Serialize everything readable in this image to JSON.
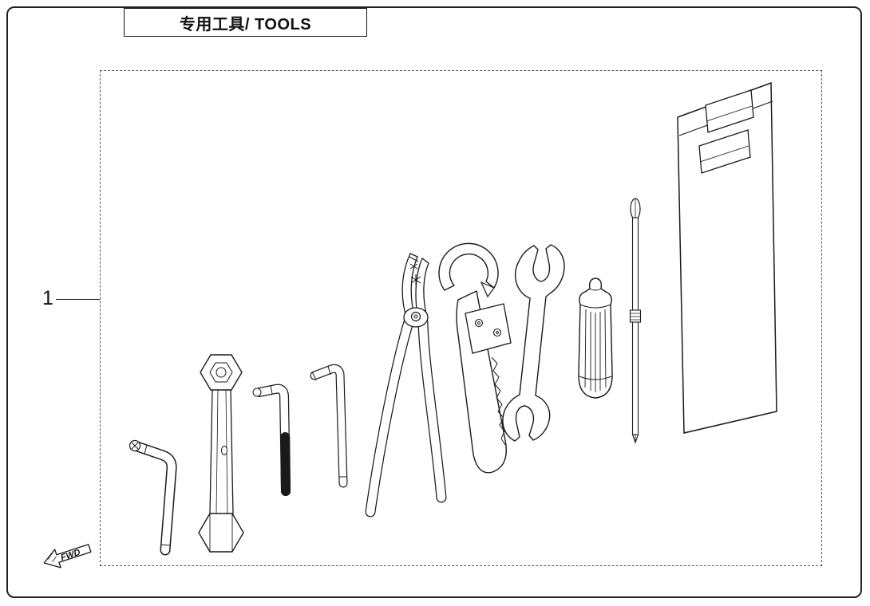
{
  "page": {
    "title": "专用工具/ TOOLS",
    "callout_number": "1",
    "fwd_label": "FWD",
    "colors": {
      "line": "#1a1a1a",
      "background": "#ffffff"
    }
  },
  "diagram": {
    "tools": [
      "torx-l-key",
      "socket-tube-wrench",
      "hex-key-large",
      "hex-key-small",
      "pliers",
      "hook-spanner",
      "open-end-wrench",
      "screwdriver-handle",
      "screwdriver-shaft",
      "tool-pouch"
    ]
  }
}
